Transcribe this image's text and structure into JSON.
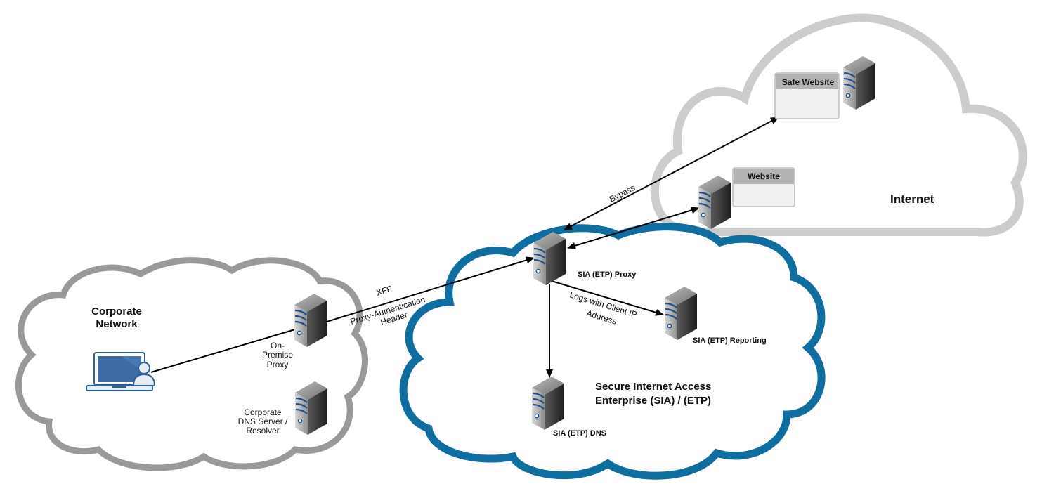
{
  "clouds": {
    "corporate": {
      "title_line1": "Corporate",
      "title_line2": "Network",
      "stroke": "#999999"
    },
    "sia": {
      "title_line1": "Secure Internet Access",
      "title_line2": "Enterprise (SIA) / (ETP)",
      "stroke": "#0F6E9F"
    },
    "internet": {
      "title": "Internet",
      "stroke": "#CCCCCC"
    }
  },
  "nodes": {
    "on_premise_proxy": {
      "line1": "On-",
      "line2": "Premise",
      "line3": "Proxy"
    },
    "corporate_dns": {
      "line1": "Corporate",
      "line2": "DNS Server /",
      "line3": "Resolver"
    },
    "sia_proxy": {
      "label": "SIA (ETP) Proxy"
    },
    "sia_reporting": {
      "label": "SIA (ETP) Reporting"
    },
    "sia_dns": {
      "label": "SIA (ETP) DNS"
    },
    "safe_website": {
      "label": "Safe Website"
    },
    "website": {
      "label": "Website"
    }
  },
  "edges": {
    "xff": "XFF",
    "proxy_auth_line1": "Proxy-Authentication",
    "proxy_auth_line2": "Header",
    "bypass": "Bypass",
    "logs_line1": "Logs with Client IP",
    "logs_line2": "Address"
  },
  "colors": {
    "server_stripe": "#1F4E8C",
    "laptop": "#2D5F9E",
    "arrow": "#000000"
  }
}
